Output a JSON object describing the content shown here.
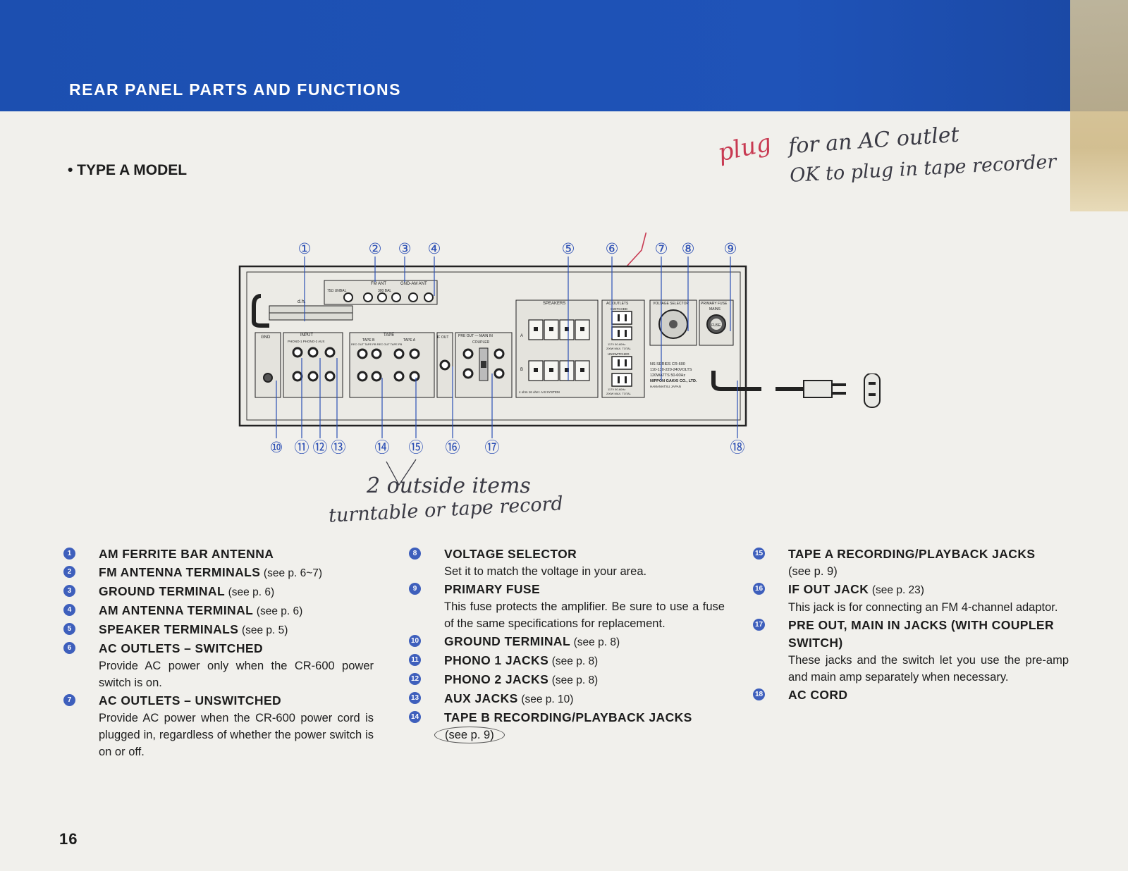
{
  "header": {
    "title": "REAR PANEL PARTS AND FUNCTIONS"
  },
  "model_label": "• TYPE A MODEL",
  "handwritten_notes": {
    "plug": "plug",
    "ac_outlet": "for an AC outlet",
    "tape_recorder": "OK to plug in tape recorder",
    "outside_items": "2 outside items",
    "turntable": "turntable or tape record"
  },
  "diagram": {
    "callouts_top": [
      "①",
      "②",
      "③",
      "④",
      "⑤",
      "⑥",
      "⑦",
      "⑧",
      "⑨"
    ],
    "callouts_bottom": [
      "⑩",
      "⑪",
      "⑫",
      "⑬",
      "⑭",
      "⑮",
      "⑯",
      "⑰",
      "⑱"
    ],
    "labels": {
      "fm_ant": "FM ANT",
      "gnd_am_ant": "GND-AM ANT",
      "ohm75": "75Ω UNBAL",
      "ohm300": "300 BAL",
      "gnd": "GND",
      "input": "INPUT",
      "input_sub": "PHONO-1  PHONO-2  AUX",
      "tape": "TAPE",
      "tape_b": "TAPE B",
      "tape_a": "TAPE A",
      "tape_sub": "REC OUT TAPE PB REC OUT TAPE PB",
      "if_out": "IF OUT",
      "pre_out_main_in": "PRE OUT — MAIN IN",
      "coupler": "COUPLER",
      "speakers": "SPEAKERS",
      "speaker_a": "A",
      "speaker_b": "B",
      "speaker_note": "4 ohm 16 ohm: A B SYSTEM",
      "ac_outlets": "AC OUTLETS",
      "switched": "SWITCHED",
      "unswitched": "UNSWITCHED",
      "rating_1": "117V 50-60Hz",
      "rating_2": "200W MAX. TOTAL",
      "voltage_selector": "VOLTAGE SELECTOR",
      "primary_fuse": "PRIMARY FUSE",
      "mains": "MAINS",
      "fuse": "FUSE",
      "plate_1": "NS SERIES CR-600",
      "plate_2": "110-130-220-240VOLTS",
      "plate_3": "120WATTS 50-60Hz",
      "plate_4": "NIPPON GAKKI CO., LTD.",
      "plate_5": "HAMAMATSU JAPAN"
    }
  },
  "items": [
    {
      "num": "1",
      "title": "AM FERRITE BAR ANTENNA",
      "ref": "",
      "desc": ""
    },
    {
      "num": "2",
      "title": "FM ANTENNA TERMINALS",
      "ref": "(see p. 6~7)",
      "desc": ""
    },
    {
      "num": "3",
      "title": "GROUND TERMINAL",
      "ref": "(see p. 6)",
      "desc": ""
    },
    {
      "num": "4",
      "title": "AM ANTENNA TERMINAL",
      "ref": "(see p. 6)",
      "desc": ""
    },
    {
      "num": "5",
      "title": "SPEAKER TERMINALS",
      "ref": "(see p. 5)",
      "desc": ""
    },
    {
      "num": "6",
      "title": "AC OUTLETS – SWITCHED",
      "ref": "",
      "desc": "Provide AC power only when the CR-600 power switch is on."
    },
    {
      "num": "7",
      "title": "AC OUTLETS – UNSWITCHED",
      "ref": "",
      "desc": "Provide AC power when the CR-600 power cord is plugged in, regardless of whether the power switch is on or off."
    },
    {
      "num": "8",
      "title": "VOLTAGE SELECTOR",
      "ref": "",
      "desc": "Set it to match the voltage in your area."
    },
    {
      "num": "9",
      "title": "PRIMARY FUSE",
      "ref": "",
      "desc": "This fuse protects the amplifier. Be sure to use a fuse of the same specifications for replacement."
    },
    {
      "num": "10",
      "title": "GROUND TERMINAL",
      "ref": "(see p. 8)",
      "desc": ""
    },
    {
      "num": "11",
      "title": "PHONO 1 JACKS",
      "ref": "(see p. 8)",
      "desc": ""
    },
    {
      "num": "12",
      "title": "PHONO 2 JACKS",
      "ref": "(see p. 8)",
      "desc": ""
    },
    {
      "num": "13",
      "title": "AUX JACKS",
      "ref": "(see p. 10)",
      "desc": ""
    },
    {
      "num": "14",
      "title": "TAPE B RECORDING/PLAYBACK JACKS",
      "ref": "",
      "desc": "(see p. 9)"
    },
    {
      "num": "15",
      "title": "TAPE A RECORDING/PLAYBACK JACKS",
      "ref": "",
      "desc": "(see p. 9)"
    },
    {
      "num": "16",
      "title": "IF OUT JACK",
      "ref": "(see p. 23)",
      "desc": "This jack is for connecting an FM 4-channel adaptor."
    },
    {
      "num": "17",
      "title": "PRE OUT, MAIN IN JACKS (WITH COUPLER SWITCH)",
      "ref": "",
      "desc": "These jacks and the switch let you use the pre-amp and main amp separately when necessary."
    },
    {
      "num": "18",
      "title": "AC CORD",
      "ref": "",
      "desc": ""
    }
  ],
  "page_number": "16",
  "colors": {
    "header_blue": "#1f53b8",
    "callout_blue": "#2c4fb5",
    "handwriting_red": "#c83a52",
    "paper": "#f1f0ec"
  }
}
